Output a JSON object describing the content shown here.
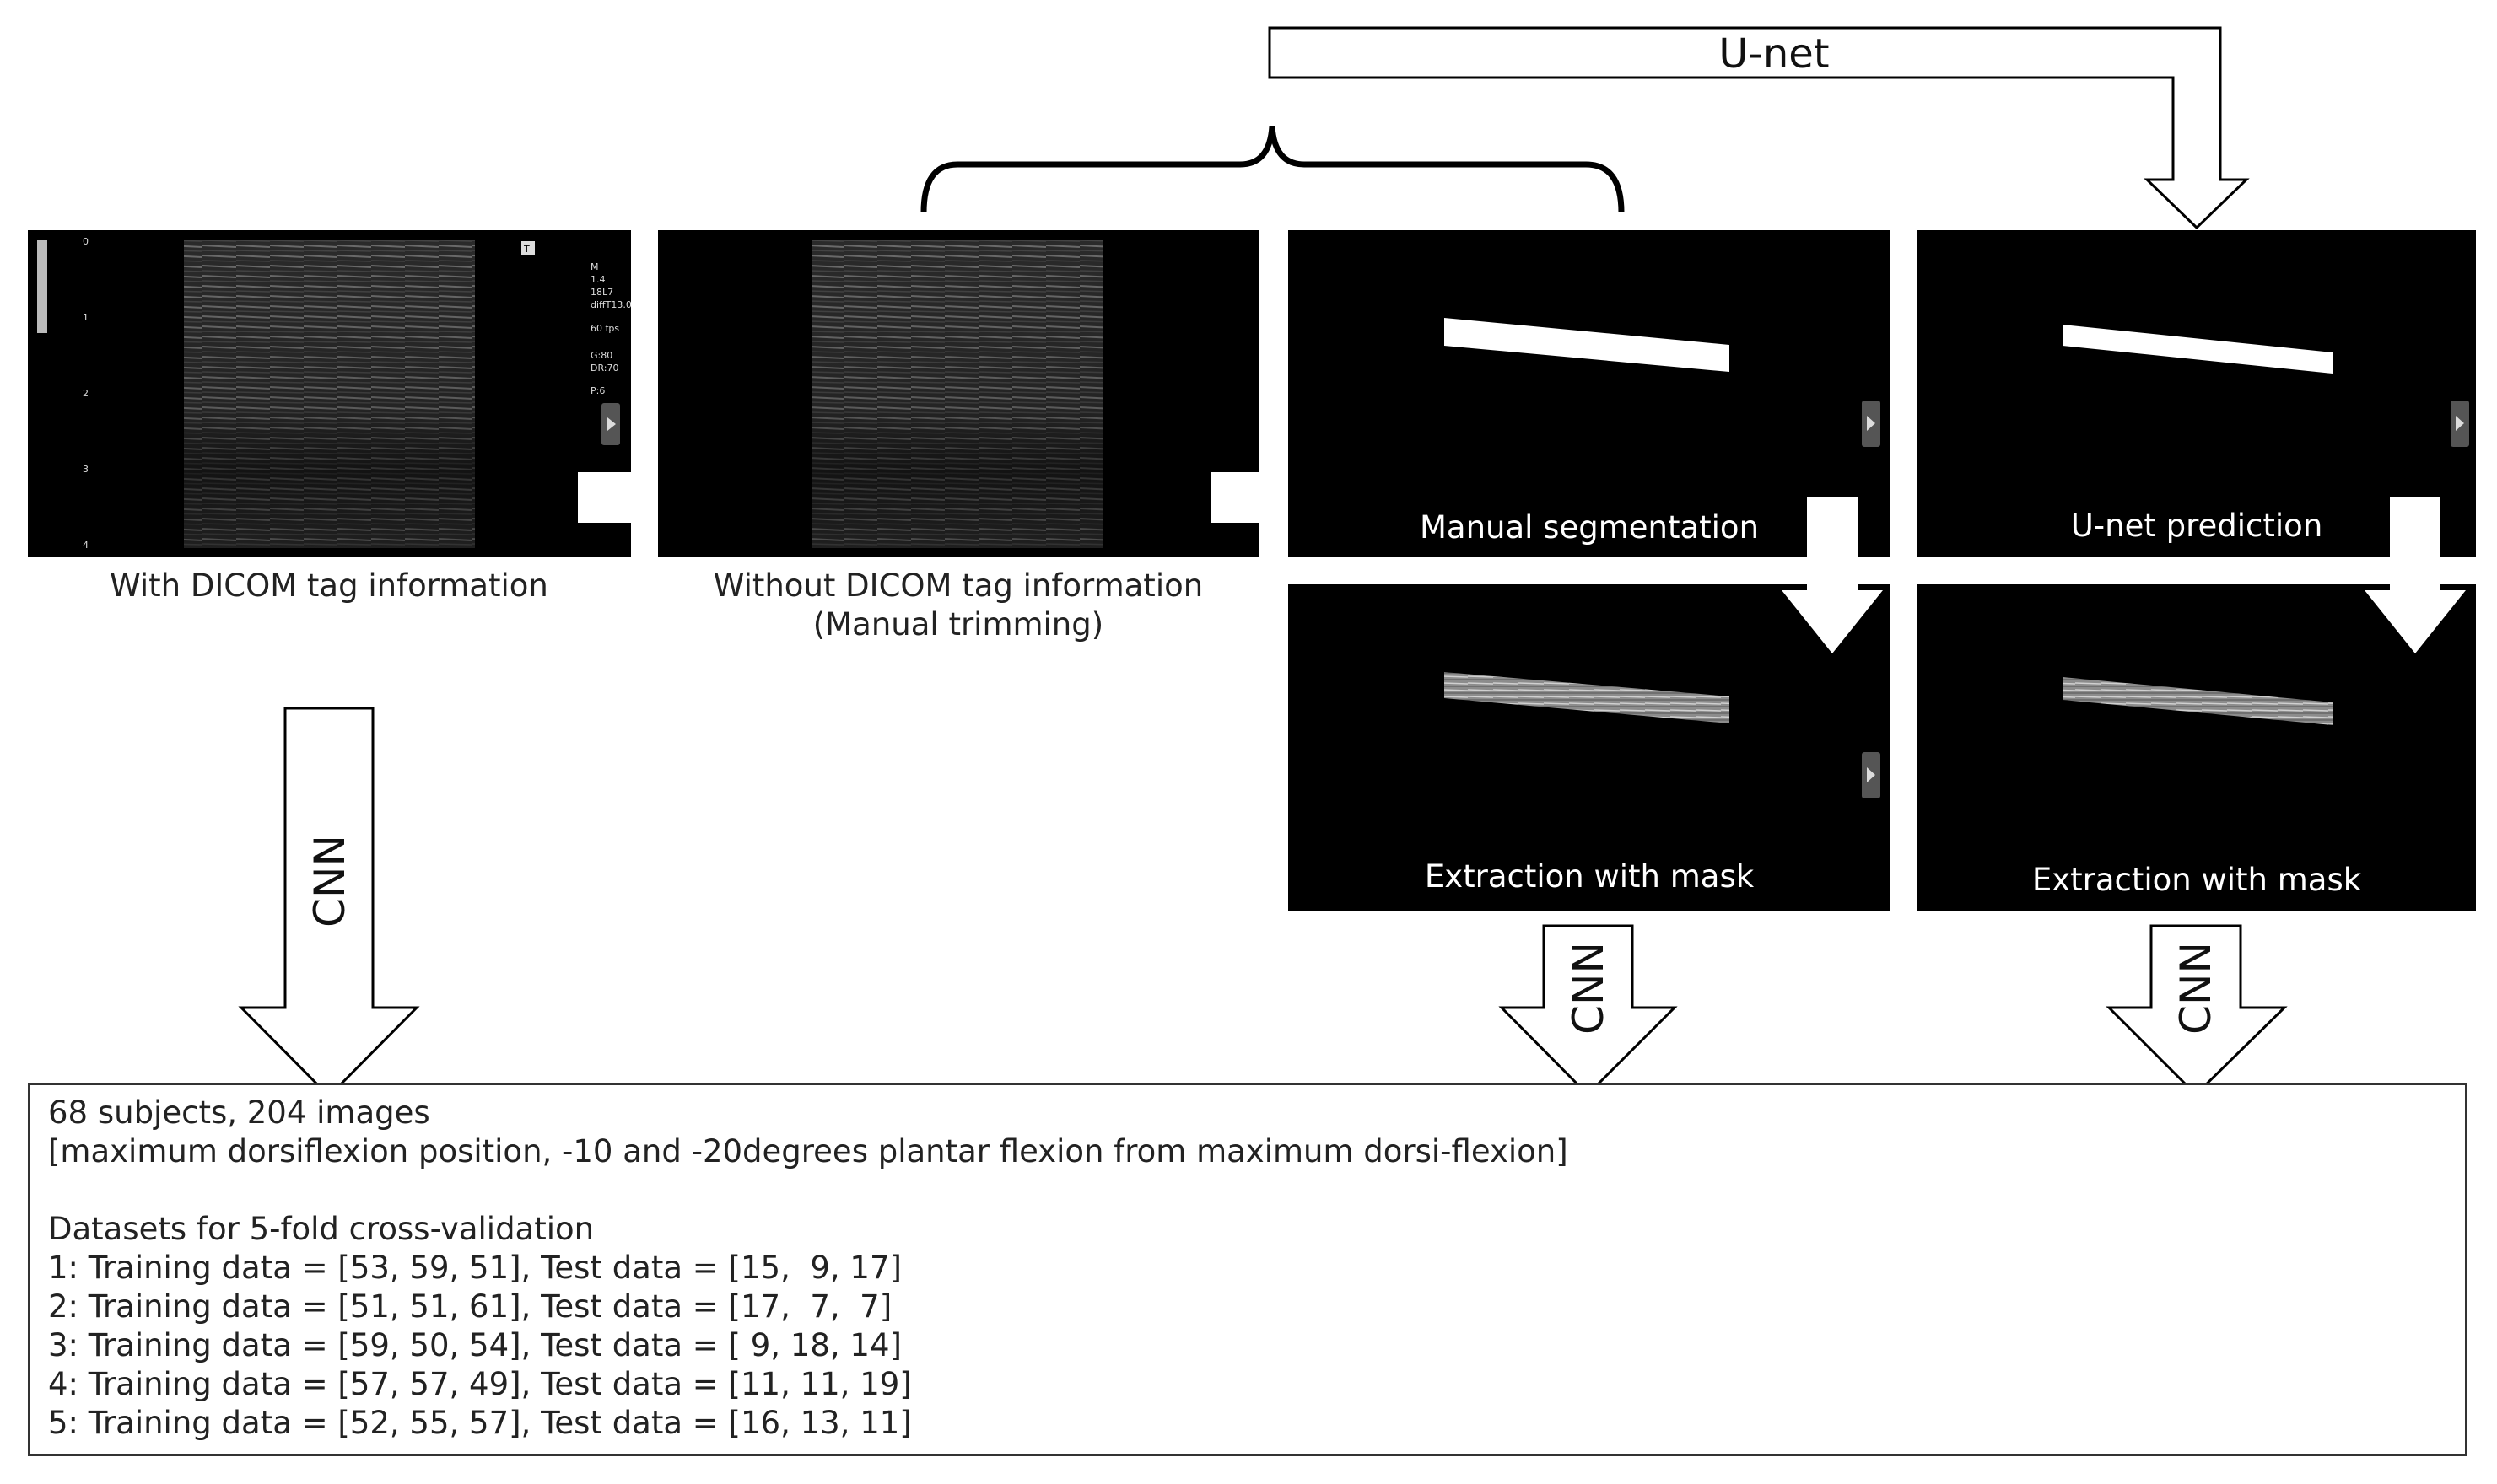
{
  "panels": {
    "dicom_with_tags": {
      "caption": "With DICOM tag information"
    },
    "dicom_without_tags": {
      "caption_line1": "Without DICOM tag information",
      "caption_line2": "(Manual trimming)"
    },
    "manual_segmentation": {
      "caption": "Manual segmentation"
    },
    "unet_prediction": {
      "caption": "U-net prediction"
    },
    "extraction_manual": {
      "caption": "Extraction with mask"
    },
    "extraction_unet": {
      "caption": "Extraction with mask"
    }
  },
  "arrows": {
    "unet_label": "U-net",
    "cnn_label": "CNN"
  },
  "ultrasound_overlay": {
    "depth_ticks": [
      "0",
      "1",
      "2",
      "3",
      "4"
    ],
    "side_text": [
      "M",
      "1.4",
      "18L7",
      "diffT13.0",
      "60 fps",
      "G:80",
      "DR:70",
      "P:6"
    ],
    "marker": "T"
  },
  "info": {
    "summary": "68 subjects, 204 images",
    "positions": "[maximum dorsiflexion position, -10 and -20degrees plantar flexion from maximum dorsi-flexion]",
    "datasets_title": "Datasets for 5-fold cross-validation",
    "folds": [
      "1: Training data = [53, 59, 51], Test data = [15,  9, 17]",
      "2: Training data = [51, 51, 61], Test data = [17,  7,  7]",
      "3: Training data = [59, 50, 54], Test data = [ 9, 18, 14]",
      "4: Training data = [57, 57, 49], Test data = [11, 11, 19]",
      "5: Training data = [52, 55, 57], Test data = [16, 13, 11]"
    ]
  }
}
